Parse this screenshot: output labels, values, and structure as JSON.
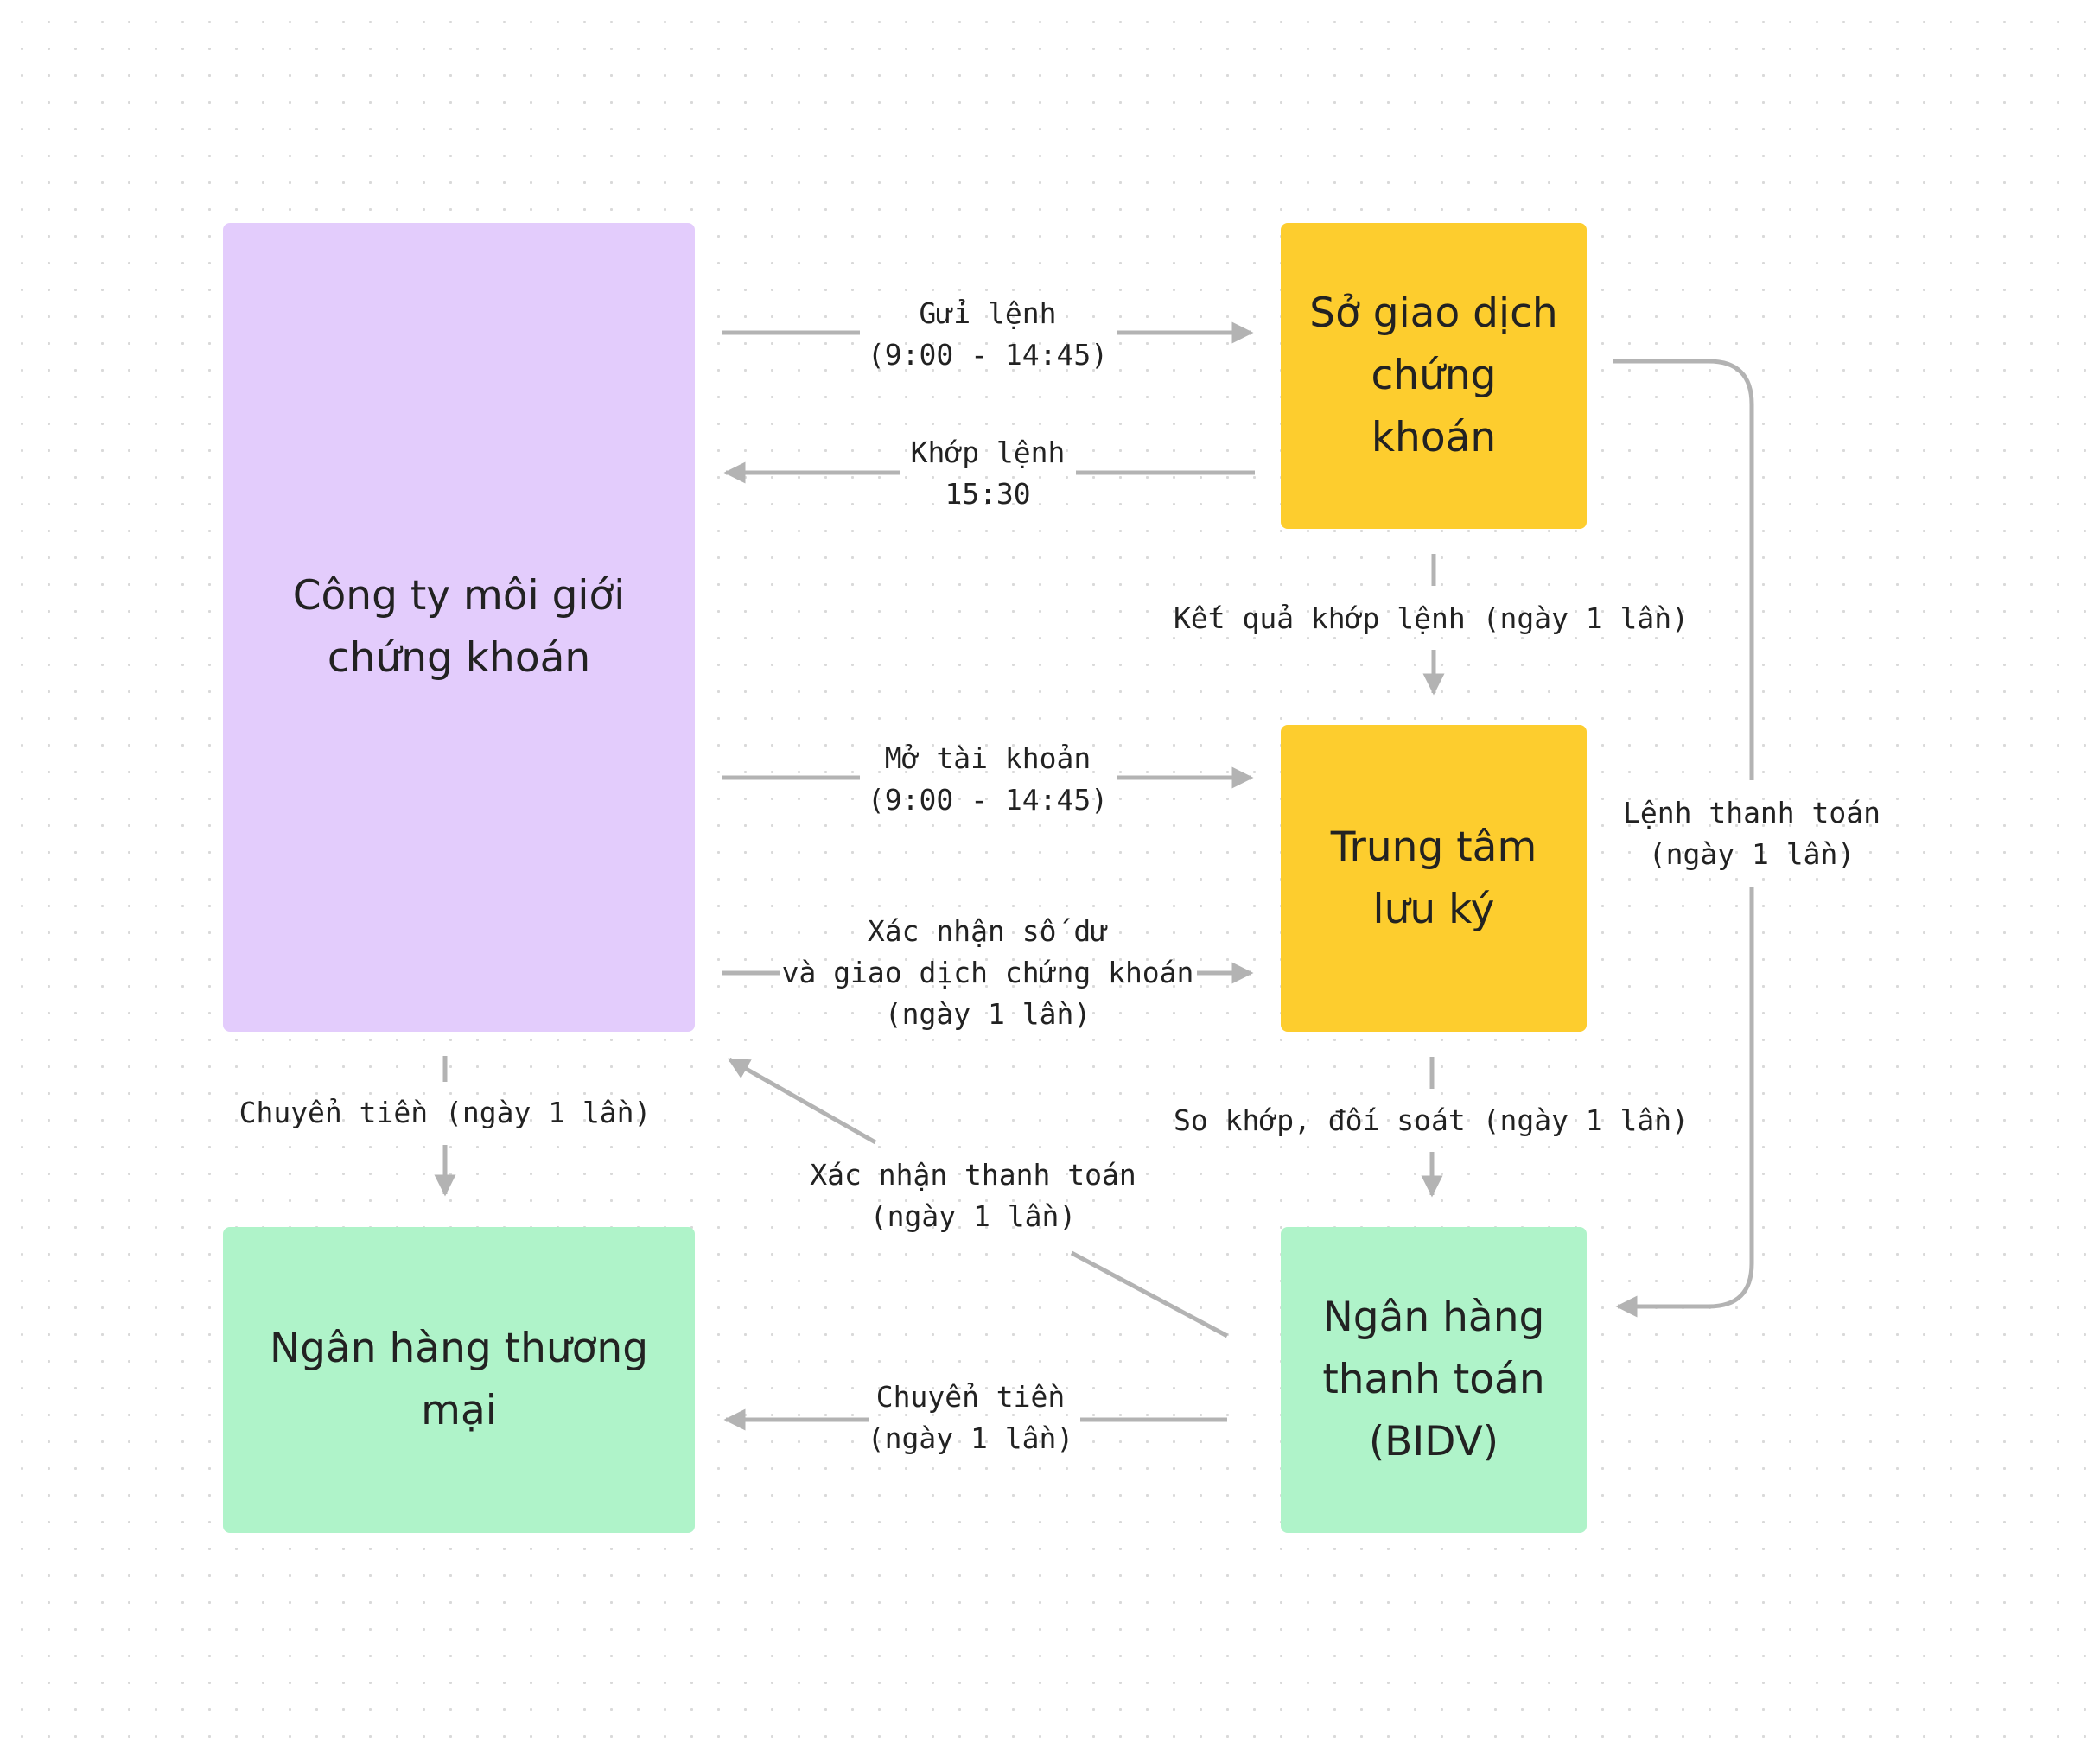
{
  "nodes": {
    "broker": "Công ty môi giới\nchứng khoán",
    "exchange": "Sở giao dịch\nchứng\nkhoán",
    "depository": "Trung tâm\nlưu ký",
    "commercial_bank": "Ngân hàng thương\nmại",
    "payment_bank": "Ngân hàng\nthanh toán\n(BIDV)"
  },
  "edges": {
    "send_order": "Gửi lệnh\n(9:00 - 14:45)",
    "match_order": "Khớp lệnh\n15:30",
    "match_result": "Kết quả khớp lệnh (ngày 1 lần)",
    "open_account": "Mở tài khoản\n(9:00 - 14:45)",
    "confirm_balance": "Xác nhận số dư\nvà giao dịch chứng khoán\n(ngày 1 lần)",
    "payment_order": "Lệnh thanh toán\n(ngày 1 lần)",
    "transfer_broker_to_bank": "Chuyển tiền (ngày 1 lần)",
    "reconcile": "So khớp, đối soát (ngày 1 lần)",
    "confirm_payment": "Xác nhận thanh toán\n(ngày 1 lần)",
    "transfer_bank_to_bank": "Chuyển tiền\n(ngày 1 lần)"
  },
  "colors": {
    "broker": "#e3ccfc",
    "exchange": "#fdcd2e",
    "depository": "#fdcd2e",
    "commercial_bank": "#aff3c9",
    "payment_bank": "#aff3c9",
    "connector": "#b3b3b3"
  }
}
